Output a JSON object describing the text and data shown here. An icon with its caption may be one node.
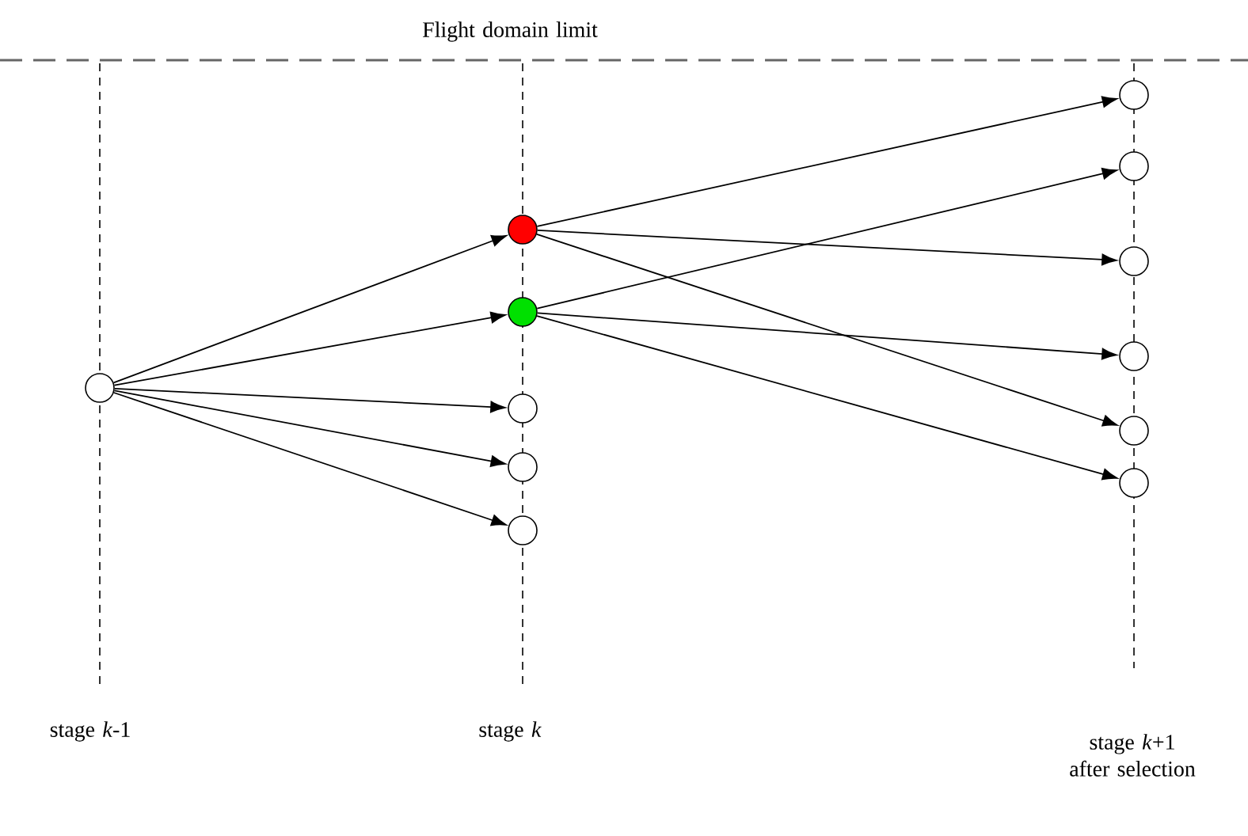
{
  "diagram": {
    "nodes": [
      {
        "text": [],
        "shape": "circle"
      },
      {
        "text": [],
        "shape": "circle"
      },
      {
        "text": [],
        "shape": "circle"
      },
      {
        "text": [],
        "shape": "circle"
      },
      {
        "text": [],
        "shape": "circle"
      },
      {
        "text": [],
        "shape": "circle"
      },
      {
        "text": [],
        "shape": "circle"
      },
      {
        "text": [],
        "shape": "circle"
      },
      {
        "text": [],
        "shape": "circle"
      },
      {
        "text": [],
        "shape": "circle"
      },
      {
        "text": [],
        "shape": "circle"
      },
      {
        "text": [],
        "shape": "circle"
      }
    ],
    "edges": [
      {
        "from": 0,
        "to": 1,
        "arrow": "to"
      },
      {
        "from": 0,
        "to": 2,
        "arrow": "to"
      },
      {
        "from": 0,
        "to": 3,
        "arrow": "to"
      },
      {
        "from": 0,
        "to": 4,
        "arrow": "to"
      },
      {
        "from": 0,
        "to": 5,
        "arrow": "to"
      },
      {
        "from": 1,
        "to": 6,
        "arrow": "to"
      },
      {
        "from": 1,
        "to": 8,
        "arrow": "to"
      },
      {
        "from": 1,
        "to": 10,
        "arrow": "to"
      },
      {
        "from": 2,
        "to": 7,
        "arrow": "to"
      },
      {
        "from": 2,
        "to": 9,
        "arrow": "to"
      },
      {
        "from": 2,
        "to": 11,
        "arrow": "to"
      }
    ],
    "labels": [
      "Flight domain limit",
      "stage *k*-1",
      "stage *k*",
      "stage *k*+1 after selection"
    ]
  }
}
